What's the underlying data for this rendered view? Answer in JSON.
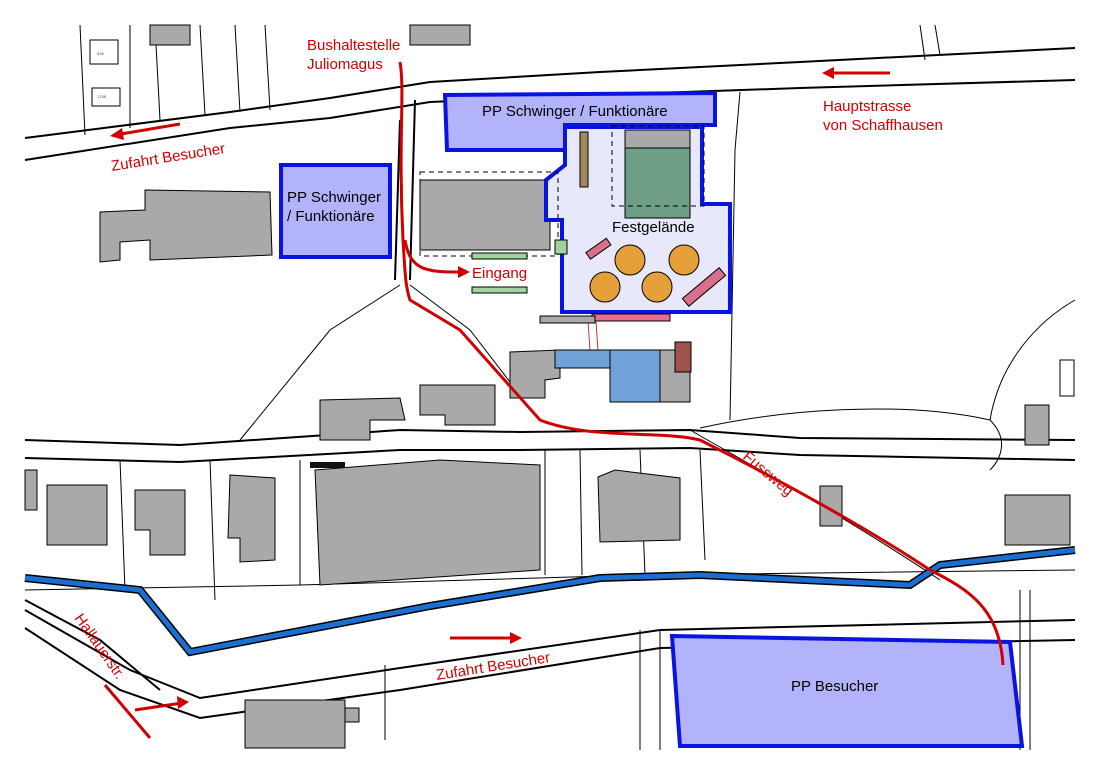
{
  "map": {
    "labels": {
      "bus_stop_line1": "Bushaltestelle",
      "bus_stop_line2": "Juliomagus",
      "main_road_line1": "Hauptstrasse",
      "main_road_line2": "von Schaffhausen",
      "access_visitors_top": "Zufahrt Besucher",
      "access_visitors_bottom": "Zufahrt Besucher",
      "parking_athletes_top": "PP Schwinger / Funktionäre",
      "parking_athletes_left_line1": "PP Schwinger",
      "parking_athletes_left_line2": "/ Funktionäre",
      "festival_grounds": "Festgelände",
      "entrance": "Eingang",
      "footpath": "Fussweg",
      "hallauer_street": "Hallauerstr.",
      "parking_visitors": "PP Besucher",
      "tiny_516": "516",
      "tiny_1708": "1708"
    },
    "colors": {
      "route_red": "#d00000",
      "parking_fill": "#b3b3fb",
      "parking_border": "#0a14e0",
      "festival_fill": "#e8e8fb",
      "river_blue": "#1b6fd1",
      "building_gray": "#a9a9a9",
      "tent_orange": "#e6a03a",
      "bench_pink": "#d9708a",
      "arena_green": "#6e9e86",
      "stall_green": "#9fd49f",
      "hall_blue": "#6fa3d8",
      "roof_brown": "#a0534c"
    },
    "icons": [
      "arrow-icon",
      "tent-icon",
      "bench-icon"
    ]
  }
}
